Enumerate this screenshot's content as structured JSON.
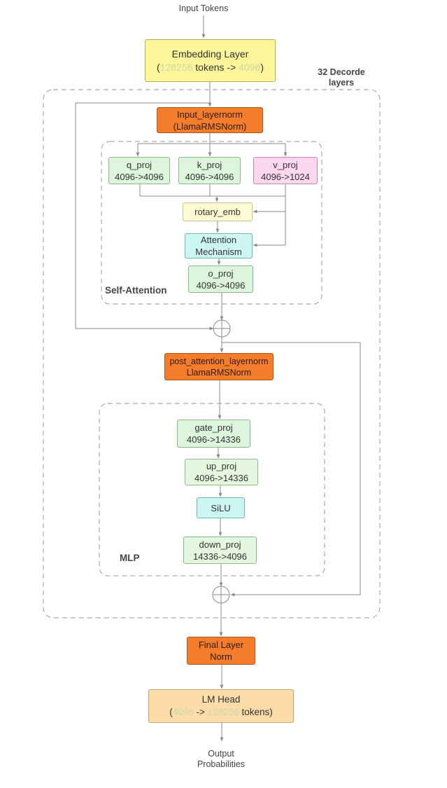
{
  "input_label": "Input Tokens",
  "output_label": [
    "Output",
    "Probabilities"
  ],
  "decoder_label": [
    "32 Decorde",
    "layers"
  ],
  "embedding": {
    "title": "Embedding Layer",
    "open": "(",
    "vocab": "128256",
    "mid": " tokens -> ",
    "dim": "4096",
    "close": ")"
  },
  "input_layernorm": [
    "Input_layernorm",
    "(LlamaRMSNorm)"
  ],
  "self_attention": {
    "label": "Self-Attention",
    "q_proj": [
      "q_proj",
      "4096->4096"
    ],
    "k_proj": [
      "k_proj",
      "4096->4096"
    ],
    "v_proj": [
      "v_proj",
      "4096->1024"
    ],
    "rotary": "rotary_emb",
    "attention": [
      "Attention",
      "Mechanism"
    ],
    "o_proj": [
      "o_proj",
      "4096->4096"
    ]
  },
  "post_attention_layernorm": [
    "post_attention_layernorm",
    "LlamaRMSNorm"
  ],
  "mlp": {
    "label": "MLP",
    "gate_proj": [
      "gate_proj",
      "4096->14336"
    ],
    "up_proj": [
      "up_proj",
      "4096->14336"
    ],
    "silu": "SiLU",
    "down_proj": [
      "down_proj",
      "14336->4096"
    ]
  },
  "final_norm": [
    "Final Layer",
    "Norm"
  ],
  "lm_head": {
    "title": "LM Head",
    "open": "(",
    "dim": "4096",
    "mid": " -> ",
    "vocab": "128256",
    "close": " tokens)"
  },
  "colors": {
    "embedding": "#fdf59a",
    "norm": "#f47d2c",
    "proj": "#dcf5dc",
    "v_proj": "#fbd7f0",
    "rotary": "#fefbd2",
    "attention": "#cdf6f3",
    "lm_head": "#fcdca8",
    "line": "#8a8a8a"
  }
}
